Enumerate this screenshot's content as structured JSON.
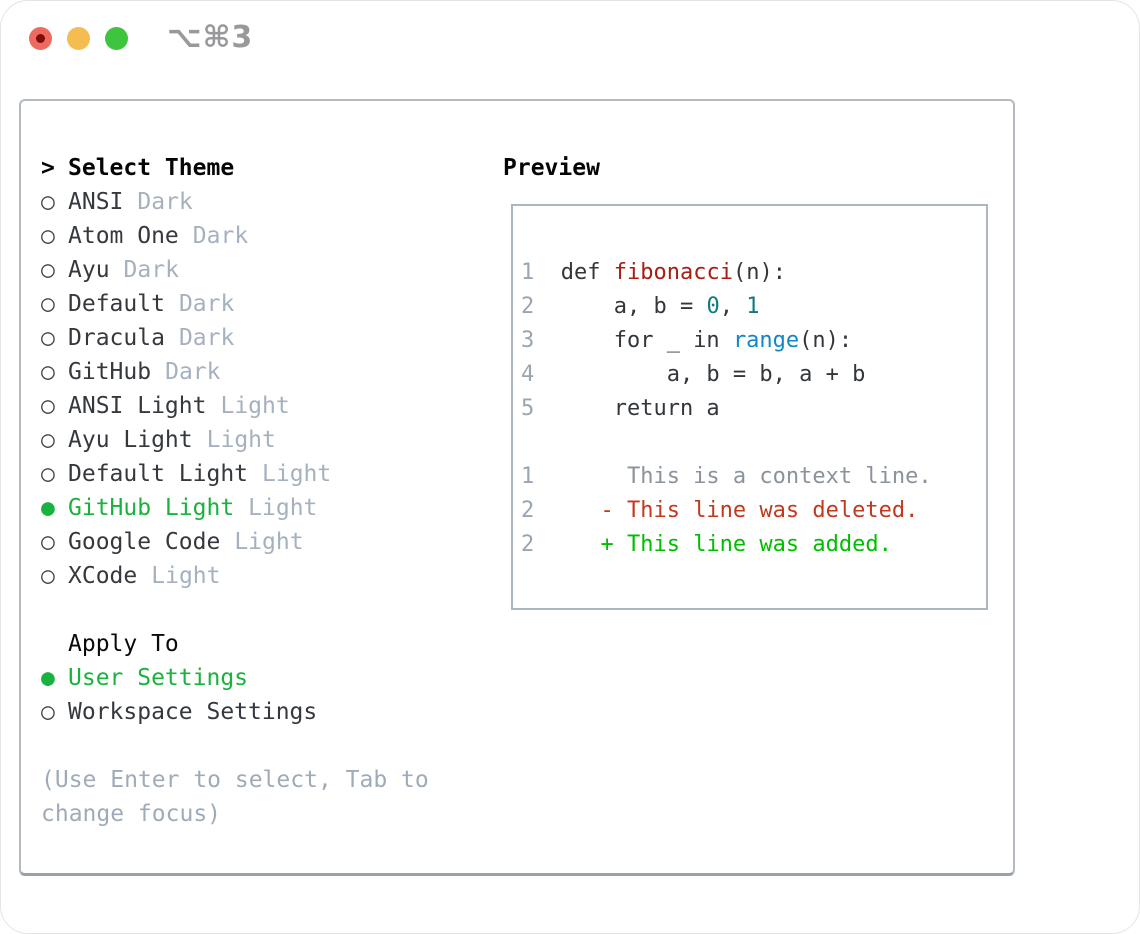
{
  "window": {
    "title": "⌥⌘3",
    "traffic_lights": {
      "close": "close",
      "minimize": "minimize",
      "zoom": "zoom"
    }
  },
  "colors": {
    "selection_green": "#1ab23e",
    "diff_added_green": "#00be00",
    "diff_deleted_red": "#c1391f",
    "function_red": "#a51f13",
    "number_teal": "#0e7b7e",
    "builtin_blue": "#1187c8",
    "line_number_gray": "#9aa5b1",
    "muted_gray": "#a6b1bf",
    "text_dark": "#33373c",
    "panel_border": "#b3bac2",
    "traffic_red": "#ee6a5f",
    "traffic_yellow": "#f5bd4f",
    "traffic_green": "#3fc43e"
  },
  "theme_panel": {
    "prompt": ">",
    "header": "Select Theme",
    "items": [
      {
        "bullet": "○",
        "name": "ANSI",
        "variant": "Dark",
        "selected": false
      },
      {
        "bullet": "○",
        "name": "Atom One",
        "variant": "Dark",
        "selected": false
      },
      {
        "bullet": "○",
        "name": "Ayu",
        "variant": "Dark",
        "selected": false
      },
      {
        "bullet": "○",
        "name": "Default",
        "variant": "Dark",
        "selected": false
      },
      {
        "bullet": "○",
        "name": "Dracula",
        "variant": "Dark",
        "selected": false
      },
      {
        "bullet": "○",
        "name": "GitHub",
        "variant": "Dark",
        "selected": false
      },
      {
        "bullet": "○",
        "name": "ANSI Light",
        "variant": "Light",
        "selected": false
      },
      {
        "bullet": "○",
        "name": "Ayu Light",
        "variant": "Light",
        "selected": false
      },
      {
        "bullet": "○",
        "name": "Default Light",
        "variant": "Light",
        "selected": false
      },
      {
        "bullet": "●",
        "name": "GitHub Light",
        "variant": "Light",
        "selected": true
      },
      {
        "bullet": "○",
        "name": "Google Code",
        "variant": "Light",
        "selected": false
      },
      {
        "bullet": "○",
        "name": "XCode",
        "variant": "Light",
        "selected": false
      }
    ],
    "apply_to": {
      "header": "Apply To",
      "options": [
        {
          "bullet": "●",
          "label": "User Settings",
          "selected": true
        },
        {
          "bullet": "○",
          "label": "Workspace Settings",
          "selected": false
        }
      ]
    },
    "hint_line1": "(Use Enter to select, Tab to",
    "hint_line2": "change focus)"
  },
  "preview": {
    "title": "Preview",
    "lines": [
      {
        "n": "1",
        "segs": [
          {
            "t": "  def ",
            "c": "plain"
          },
          {
            "t": "fibonacci",
            "c": "func"
          },
          {
            "t": "(n):",
            "c": "plain"
          }
        ]
      },
      {
        "n": "2",
        "segs": [
          {
            "t": "      a, b = ",
            "c": "plain"
          },
          {
            "t": "0",
            "c": "num"
          },
          {
            "t": ", ",
            "c": "plain"
          },
          {
            "t": "1",
            "c": "num"
          }
        ]
      },
      {
        "n": "3",
        "segs": [
          {
            "t": "      for _ in ",
            "c": "plain"
          },
          {
            "t": "range",
            "c": "builtin"
          },
          {
            "t": "(n):",
            "c": "plain"
          }
        ]
      },
      {
        "n": "4",
        "segs": [
          {
            "t": "          a, b = b, a + b",
            "c": "plain"
          }
        ]
      },
      {
        "n": "5",
        "segs": [
          {
            "t": "      return a",
            "c": "plain"
          }
        ]
      },
      {
        "n": "",
        "segs": []
      },
      {
        "n": "1",
        "segs": [
          {
            "t": "       This is a context line.",
            "c": "ctx"
          }
        ]
      },
      {
        "n": "2",
        "segs": [
          {
            "t": "     - This line was deleted.",
            "c": "del"
          }
        ]
      },
      {
        "n": "2",
        "segs": [
          {
            "t": "     + This line was added.",
            "c": "add"
          }
        ]
      }
    ]
  }
}
